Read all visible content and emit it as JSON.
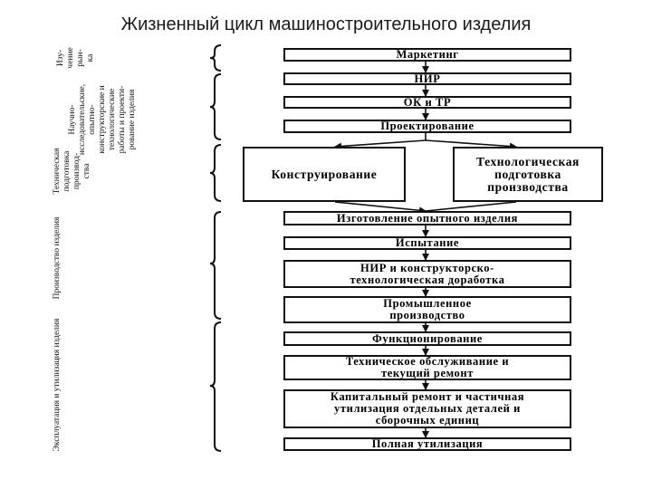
{
  "title": "Жизненный цикл машиностроительного изделия",
  "stages": {
    "marketing": "Маркетинг",
    "nir": "НИР",
    "ok_tr": "ОК и ТР",
    "design": "Проектирование",
    "construction": "Конструирование",
    "tech_prep": "Технологическая\nподготовка\nпроизводства",
    "prototype": "Изготовление опытного изделия",
    "testing": "Испытание",
    "refinement": "НИР и конструкторско-\nтехнологическая доработка",
    "industrial": "Промышленное\nпроизводство",
    "functioning": "Функционирование",
    "maintenance": "Техническое обслуживание и\nтекущий ремонт",
    "overhaul": "Капитальный ремонт и частичная\nутилизация отдельных деталей и\nсборочных единиц",
    "disposal": "Полная утилизация"
  },
  "phase_labels": {
    "study": "Изу-\nчение\nрын-\nка",
    "research": "Научно-\nисследовательские,\nопытно-\nконструкторские и\nтехнологические\nработы и проекти-\nрование изделия",
    "tech_prep": "Техническая\nподготовка\nпроизвод-\nства",
    "production": "Производство изделия",
    "operation": "Эксплуатация и утилизация изделия"
  }
}
